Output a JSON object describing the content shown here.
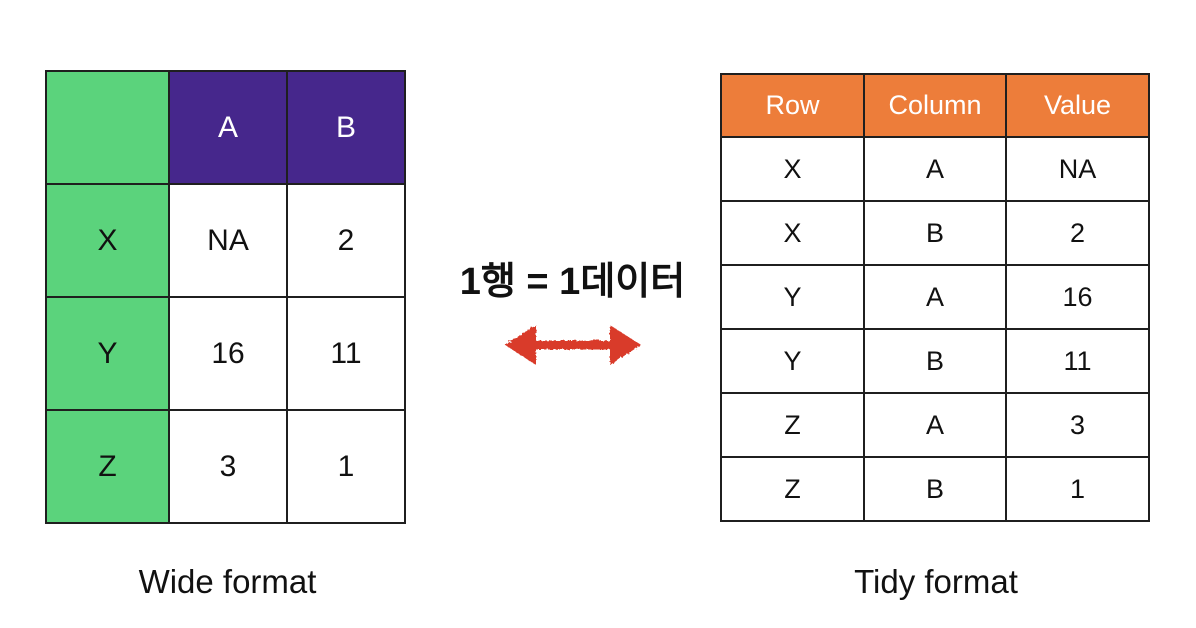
{
  "colors": {
    "green": "#5bd37c",
    "purple": "#46278c",
    "orange": "#ed7d3a",
    "arrow_red": "#d93b2b",
    "border": "#1f1f1f",
    "text": "#111111"
  },
  "wide_table": {
    "caption": "Wide format",
    "corner": "",
    "col_headers": [
      "A",
      "B"
    ],
    "rows": [
      {
        "label": "X",
        "values": [
          "NA",
          "2"
        ]
      },
      {
        "label": "Y",
        "values": [
          "16",
          "11"
        ]
      },
      {
        "label": "Z",
        "values": [
          "3",
          "1"
        ]
      }
    ]
  },
  "tidy_table": {
    "caption": "Tidy format",
    "headers": [
      "Row",
      "Column",
      "Value"
    ],
    "rows": [
      [
        "X",
        "A",
        "NA"
      ],
      [
        "X",
        "B",
        "2"
      ],
      [
        "Y",
        "A",
        "16"
      ],
      [
        "Y",
        "B",
        "11"
      ],
      [
        "Z",
        "A",
        "3"
      ],
      [
        "Z",
        "B",
        "1"
      ]
    ]
  },
  "annotation": {
    "text": "1행 = 1데이터",
    "arrow_icon": "double-headed-arrow"
  }
}
